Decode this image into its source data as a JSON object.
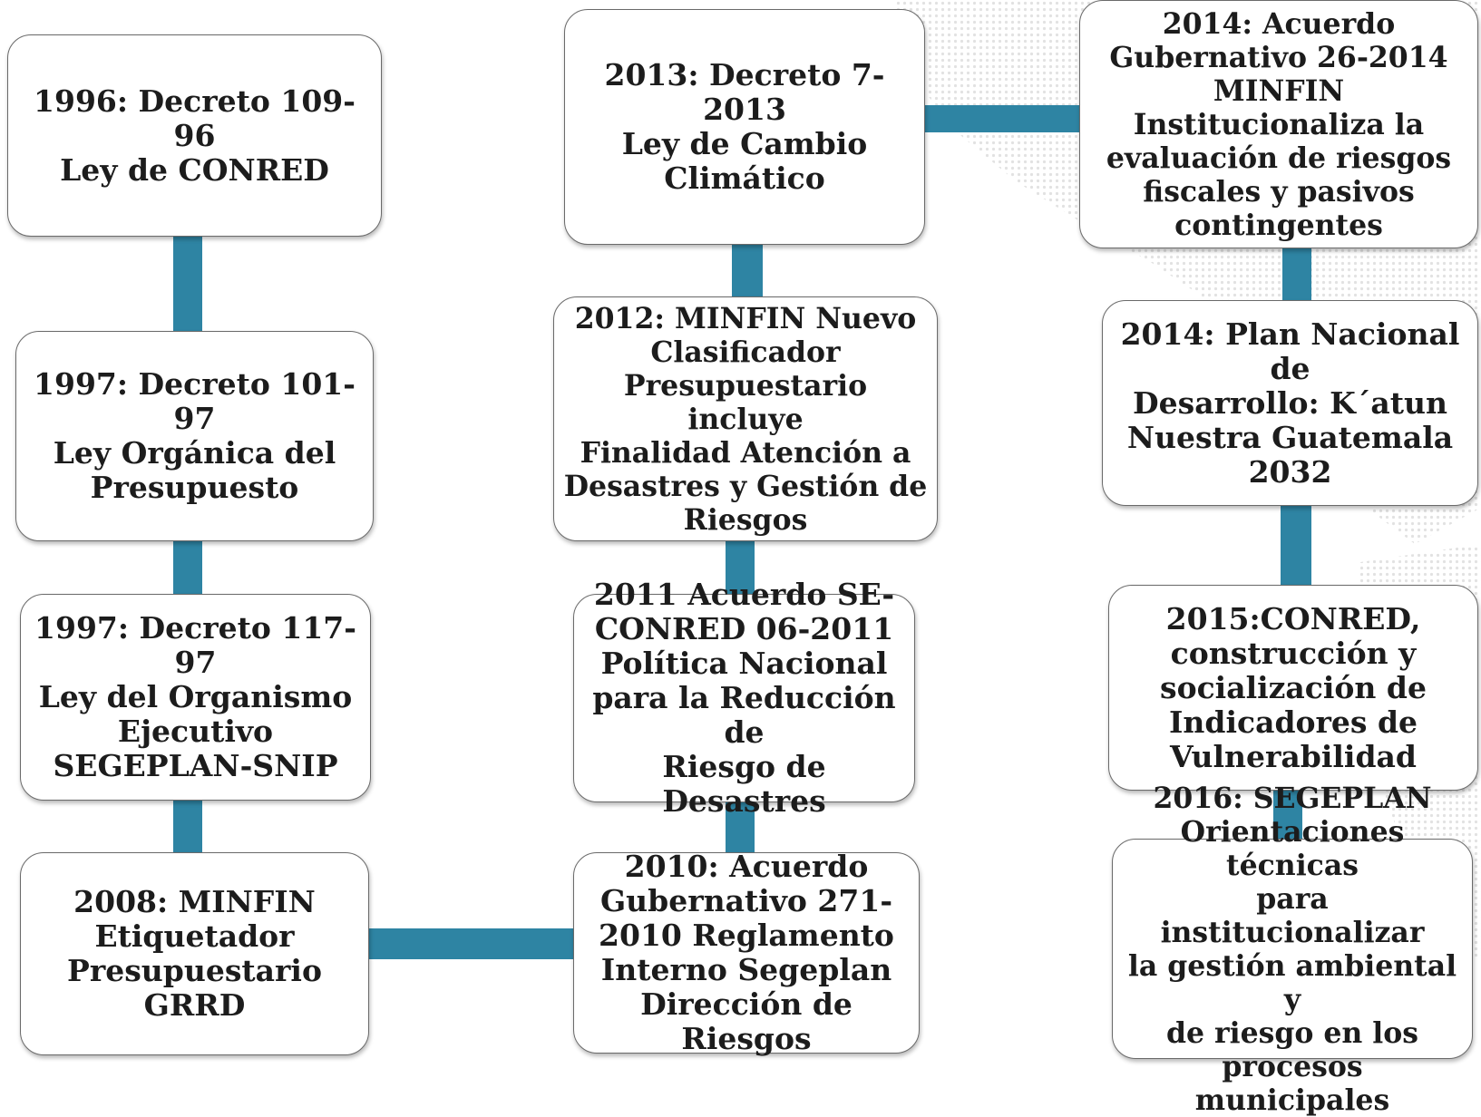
{
  "diagram": {
    "nodes": [
      {
        "id": "n1996",
        "text": "1996: Decreto 109-96\nLey de CONRED"
      },
      {
        "id": "n1997a",
        "text": "1997: Decreto 101-97\nLey Orgánica del\nPresupuesto"
      },
      {
        "id": "n1997b",
        "text": "1997: Decreto 117-97\nLey del Organismo\nEjecutivo\nSEGEPLAN-SNIP"
      },
      {
        "id": "n2008",
        "text": "2008: MINFIN\nEtiquetador\nPresupuestario\nGRRD"
      },
      {
        "id": "n2010",
        "text": "2010:  Acuerdo\nGubernativo  271-\n2010 Reglamento\nInterno Segeplan\nDirección de Riesgos"
      },
      {
        "id": "n2011",
        "text": "2011 Acuerdo SE-\nCONRED 06-2011\nPolítica Nacional\npara la Reducción de\nRiesgo de Desastres"
      },
      {
        "id": "n2012",
        "text": "2012: MINFIN Nuevo\nClasificador\nPresupuestario  incluye\nFinalidad Atención a\nDesastres y Gestión de\nRiesgos"
      },
      {
        "id": "n2013",
        "text": "2013: Decreto 7-2013\nLey  de Cambio\nClimático"
      },
      {
        "id": "n2014a",
        "text": "2014: Acuerdo\nGubernativo 26-2014\nMINFIN\nInstitucionaliza  la\nevaluación de riesgos\nfiscales y pasivos\ncontingentes"
      },
      {
        "id": "n2014b",
        "text": "2014: Plan Nacional de\nDesarrollo: K´atun\nNuestra Guatemala\n2032"
      },
      {
        "id": "n2015",
        "text": "2015:CONRED,\nconstrucción y\nsocialización de\nIndicadores de\nVulnerabilidad"
      },
      {
        "id": "n2016",
        "text": "2016:  SEGEPLAN\nOrientaciones técnicas\npara institucionalizar\nla gestión ambiental y\nde riesgo en los\nprocesos municipales"
      }
    ],
    "edges": [
      {
        "from": "n1996",
        "to": "n1997a"
      },
      {
        "from": "n1997a",
        "to": "n1997b"
      },
      {
        "from": "n1997b",
        "to": "n2008"
      },
      {
        "from": "n2008",
        "to": "n2010"
      },
      {
        "from": "n2010",
        "to": "n2011"
      },
      {
        "from": "n2011",
        "to": "n2012"
      },
      {
        "from": "n2012",
        "to": "n2013"
      },
      {
        "from": "n2013",
        "to": "n2014a"
      },
      {
        "from": "n2014a",
        "to": "n2014b"
      },
      {
        "from": "n2014b",
        "to": "n2015"
      },
      {
        "from": "n2015",
        "to": "n2016"
      }
    ],
    "colors": {
      "connector": "#2e84a3",
      "box_border": "#6a6a6a",
      "text": "#1c1c1c",
      "map_dots": "#e2e2e2"
    }
  }
}
